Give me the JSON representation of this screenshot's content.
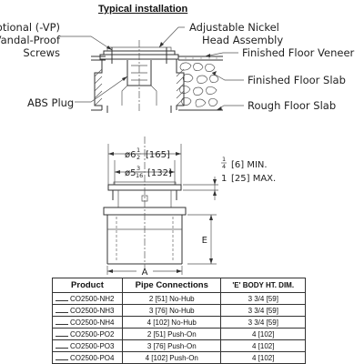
{
  "title": "Typical installation",
  "callouts": {
    "optional_vp_line1": "Optional (-VP)",
    "optional_vp_line2": "Vandal-Proof",
    "optional_vp_line3": "Screws",
    "adjustable_line1": "Adjustable Nickel",
    "adjustable_line2": "Head Assembly",
    "finished_floor_veneer": "Finished Floor Veneer",
    "finished_floor_slab": "Finished Floor Slab",
    "abs_plug": "ABS Plug",
    "rough_floor_slab": "Rough Floor Slab"
  },
  "dimensions": {
    "outer_whole": "ø6",
    "outer_frac_num": "1",
    "outer_frac_den": "2",
    "outer_metric": "[165]",
    "inner_whole": "ø5",
    "inner_frac_num": "3",
    "inner_frac_den": "16",
    "inner_metric": "[132]",
    "adj_min_frac_num": "1",
    "adj_min_frac_den": "4",
    "adj_min_metric": "[6] MIN.",
    "adj_max_whole": "1",
    "adj_max_metric": "[25] MAX.",
    "label_a": "A",
    "label_e": "E"
  },
  "table": {
    "headers": [
      "Product",
      "Pipe Connections",
      "'E' BODY HT. DIM."
    ],
    "rows": [
      {
        "product": "CO2500-NH2",
        "pipe": "2 [51] No-Hub",
        "e": "3 3/4 [59]"
      },
      {
        "product": "CO2500-NH3",
        "pipe": "3 [76] No-Hub",
        "e": "3 3/4 [59]"
      },
      {
        "product": "CO2500-NH4",
        "pipe": "4 [102] No-Hub",
        "e": "3 3/4 [59]"
      },
      {
        "product": "CO2500-PO2",
        "pipe": "2 [51] Push-On",
        "e": "4 [102]"
      },
      {
        "product": "CO2500-PO3",
        "pipe": "3 [76] Push-On",
        "e": "4 [102]"
      },
      {
        "product": "CO2500-PO4",
        "pipe": "4 [102] Push-On",
        "e": "4 [102]"
      }
    ]
  }
}
